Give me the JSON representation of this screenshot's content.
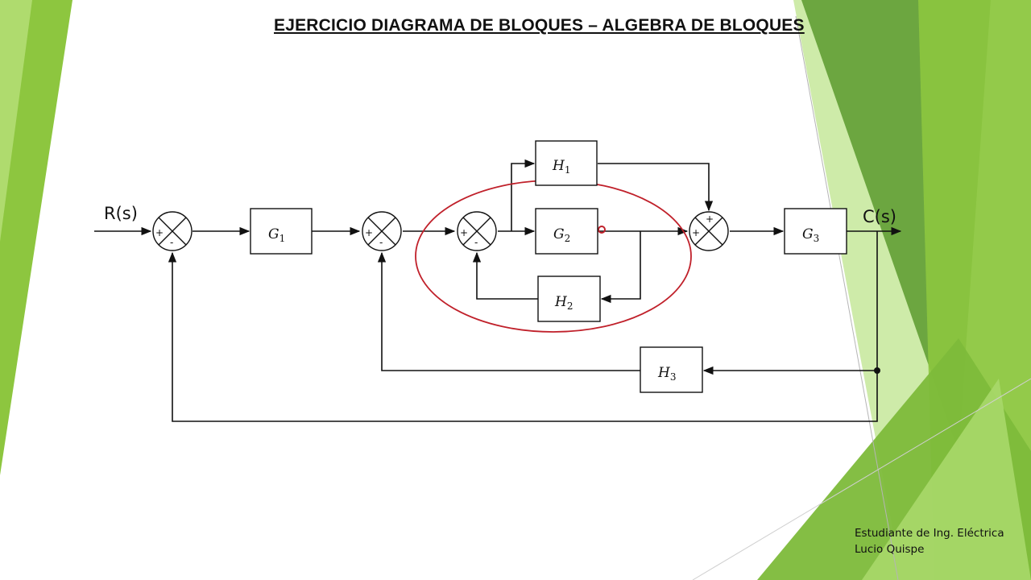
{
  "title": "EJERCICIO DIAGRAMA DE BLOQUES – ALGEBRA DE BLOQUES",
  "input_signal": "R(s)",
  "output_signal": "C(s)",
  "blocks": {
    "g1": {
      "symbol": "G",
      "sub": "1"
    },
    "g2": {
      "symbol": "G",
      "sub": "2"
    },
    "g3": {
      "symbol": "G",
      "sub": "3"
    },
    "h1": {
      "symbol": "H",
      "sub": "1"
    },
    "h2": {
      "symbol": "H",
      "sub": "2"
    },
    "h3": {
      "symbol": "H",
      "sub": "3"
    }
  },
  "summing_junctions": {
    "s1": {
      "left": "+",
      "bottom": "-"
    },
    "s2": {
      "left": "+",
      "bottom": "-"
    },
    "s3": {
      "left": "+",
      "bottom": "-"
    },
    "s4": {
      "left": "+",
      "top": "+"
    }
  },
  "footer": {
    "line1": "Estudiante de Ing. Eléctrica",
    "line2": "Lucio Quispe"
  },
  "colors": {
    "highlight_ellipse": "#c0202a",
    "green_light": "#b8e07a",
    "green_mid": "#8dc63f",
    "green_dark": "#5a9a2e"
  }
}
